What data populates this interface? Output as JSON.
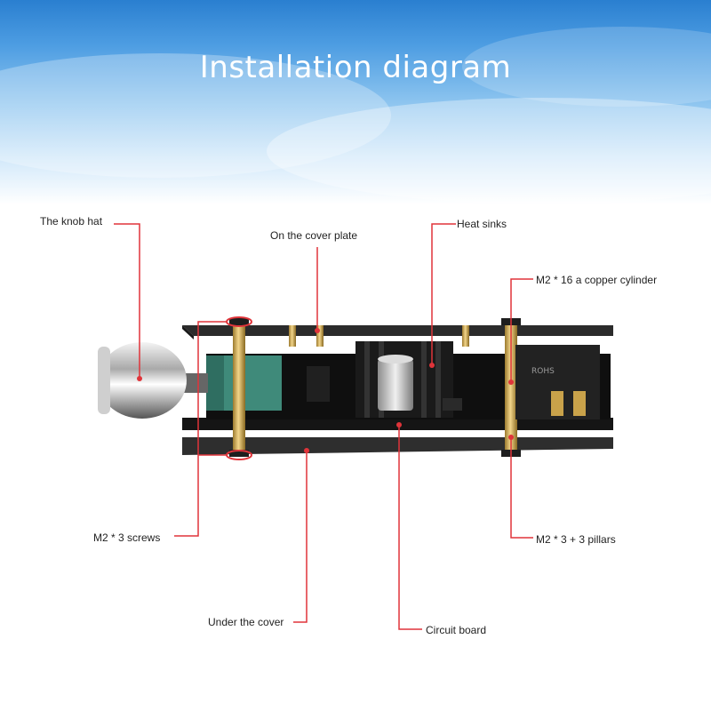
{
  "title": "Installation diagram",
  "labels": {
    "knob_hat": "The knob hat",
    "cover_plate": "On the cover plate",
    "heat_sinks": "Heat sinks",
    "copper_cylinder": "M2 * 16 a copper cylinder",
    "screws": "M2 * 3 screws",
    "pillars": "M2 * 3 + 3 pillars",
    "under_cover": "Under the cover",
    "circuit_board": "Circuit board"
  },
  "board_markings": {
    "rohs": "ROHS"
  },
  "colors": {
    "leader_line": "#e0343a",
    "banner_top": "#2a7fd0",
    "acrylic_plate": "#2b2b2b",
    "pcb": "#151515",
    "standoff": "#d8b45a",
    "potentiometer": "#3f8a7a"
  }
}
